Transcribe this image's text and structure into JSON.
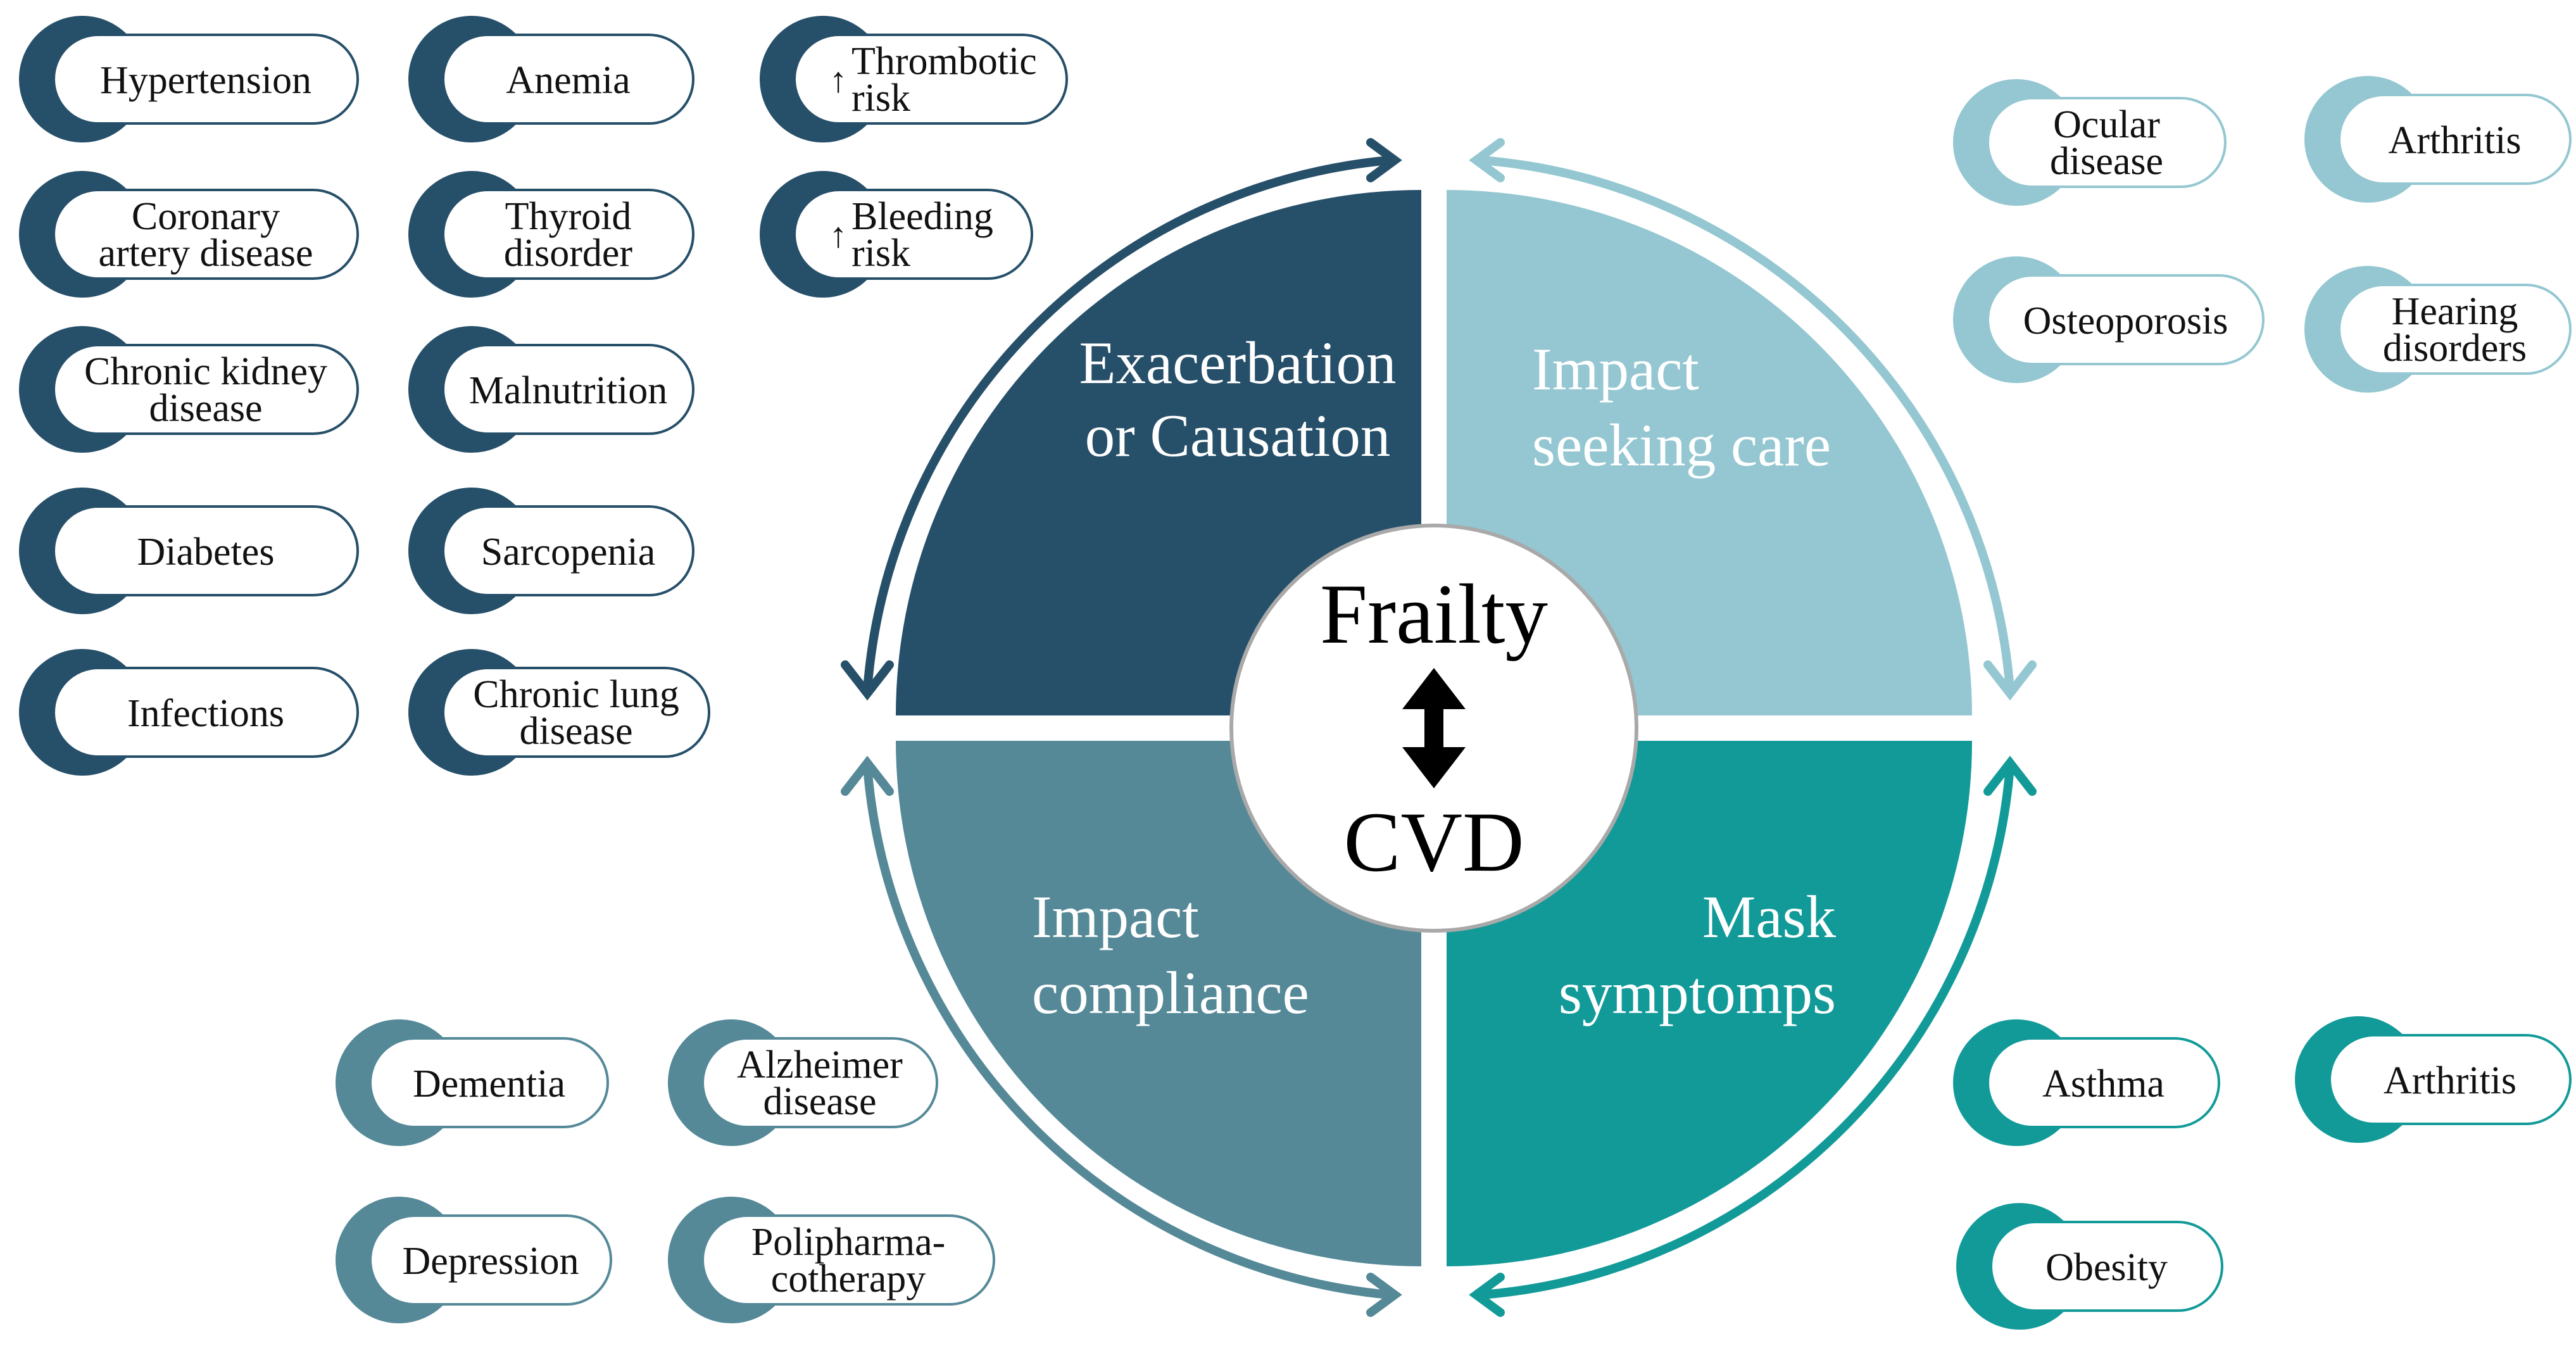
{
  "colors": {
    "dark_blue": "#264f69",
    "light_blue": "#94c7d1",
    "steel_blue": "#558998",
    "teal": "#129a99",
    "center_fill": "#ffffff",
    "arrow_black": "#000000"
  },
  "center": {
    "top": "Frailty",
    "bottom": "CVD",
    "arrow_icon": "double-headed-arrow-icon"
  },
  "quadrants": {
    "top_left": {
      "line1": "Exacerbation",
      "line2": "or Causation"
    },
    "top_right": {
      "line1": "Impact",
      "line2": "seeking care"
    },
    "bottom_left": {
      "line1": "Impact",
      "line2": "compliance"
    },
    "bottom_right": {
      "line1": "Mask",
      "line2": "symptomps"
    }
  },
  "groups": {
    "exacerbation": [
      {
        "lines": [
          "Hypertension"
        ]
      },
      {
        "lines": [
          "Coronary",
          "artery disease"
        ]
      },
      {
        "lines": [
          "Chronic kidney",
          "disease"
        ]
      },
      {
        "lines": [
          "Diabetes"
        ]
      },
      {
        "lines": [
          "Infections"
        ]
      },
      {
        "lines": [
          "Anemia"
        ]
      },
      {
        "lines": [
          "Thyroid",
          "disorder"
        ]
      },
      {
        "lines": [
          "Malnutrition"
        ]
      },
      {
        "lines": [
          "Sarcopenia"
        ]
      },
      {
        "lines": [
          "Chronic lung",
          "disease"
        ]
      },
      {
        "lines": [
          "Thrombotic",
          "risk"
        ],
        "arrow": "↑"
      },
      {
        "lines": [
          "Bleeding",
          "risk"
        ],
        "arrow": "↑"
      }
    ],
    "seeking_care": [
      {
        "lines": [
          "Ocular",
          "disease"
        ]
      },
      {
        "lines": [
          "Arthritis"
        ]
      },
      {
        "lines": [
          "Osteoporosis"
        ]
      },
      {
        "lines": [
          "Hearing",
          "disorders"
        ]
      }
    ],
    "compliance": [
      {
        "lines": [
          "Dementia"
        ]
      },
      {
        "lines": [
          "Alzheimer",
          "disease"
        ]
      },
      {
        "lines": [
          "Depression"
        ]
      },
      {
        "lines": [
          "Polipharma-",
          "cotherapy"
        ]
      }
    ],
    "mask_symptoms": [
      {
        "lines": [
          "Asthma"
        ]
      },
      {
        "lines": [
          "Arthritis"
        ]
      },
      {
        "lines": [
          "Obesity"
        ]
      }
    ]
  }
}
